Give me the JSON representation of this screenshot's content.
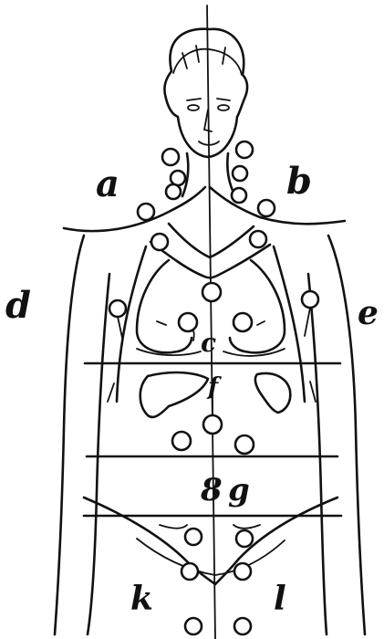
{
  "labels": {
    "a": "a",
    "b": "b",
    "c": "c",
    "d": "d",
    "e": "e",
    "f": "f",
    "g": "g",
    "k": "k",
    "l": "l",
    "num": "8"
  },
  "colors": {
    "ink": "#111111",
    "paper": "#ffffff"
  }
}
